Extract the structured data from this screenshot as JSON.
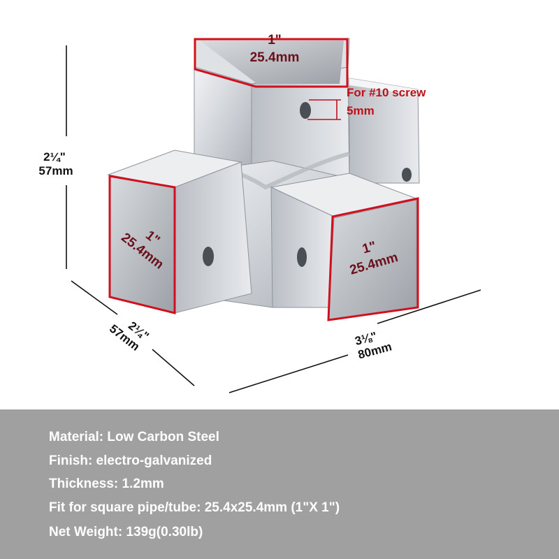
{
  "colors": {
    "dimension_line": "#111111",
    "outline_red": "#d0101e",
    "label_red": "#c0101a",
    "metal_light": "#e2e4e7",
    "metal_dark": "#9aa0a6",
    "panel_bg": "#a0a0a0",
    "panel_text": "#ffffff"
  },
  "dimensions": {
    "height": {
      "inch": "2¼\"",
      "mm": "57mm"
    },
    "depth": {
      "inch": "2¼\"",
      "mm": "57mm"
    },
    "width": {
      "inch": "3⅛\"",
      "mm": "80mm"
    }
  },
  "openings": {
    "top": {
      "inch": "1\"",
      "mm": "25.4mm"
    },
    "left": {
      "inch": "1\"",
      "mm": "25.4mm"
    },
    "front": {
      "inch": "1\"",
      "mm": "25.4mm"
    }
  },
  "screw_hole": {
    "label": "For #10 screw",
    "size": "5mm"
  },
  "specs": [
    "Material: Low Carbon Steel",
    "Finish: electro-galvanized",
    "Thickness: 1.2mm",
    "Fit for square pipe/tube: 25.4x25.4mm (1\"X 1\")",
    "Net Weight: 139g(0.30lb)"
  ]
}
